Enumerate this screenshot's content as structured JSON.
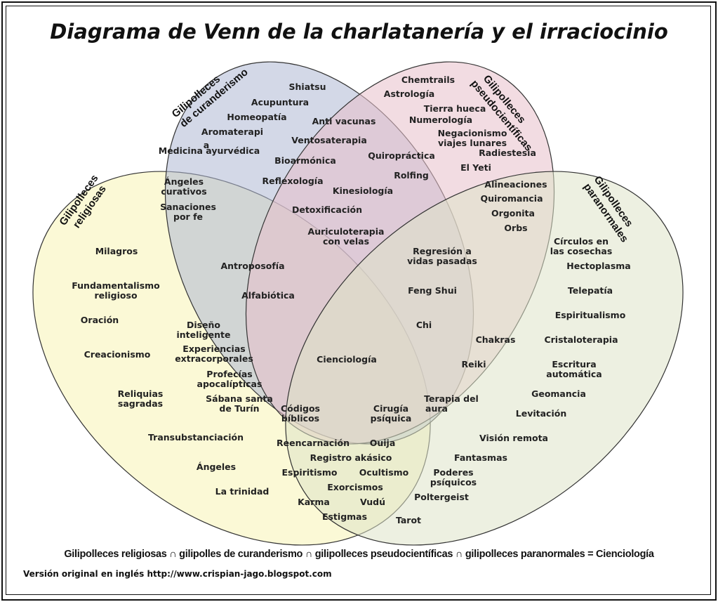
{
  "title": "Diagrama de Venn de la charlatanería y el irraciocinio",
  "sets": {
    "religiosos": {
      "name": [
        "Gilipolleces",
        "religiosas"
      ],
      "color": "#f8f4b4"
    },
    "curanderismo": {
      "name": [
        "Gilipolleces",
        "de curanderismo"
      ],
      "color": "#aeb8d4"
    },
    "pseudocientificas": {
      "name": [
        "Gilipolleces",
        "pseudocientíficas"
      ],
      "color": "#e8c0cb"
    },
    "paranormales": {
      "name": [
        "Gilipolleces",
        "paranormales"
      ],
      "color": "#dfe3c8"
    }
  },
  "items": [
    "Shiatsu",
    "Acupuntura",
    "Homeopatía",
    "Aromaterapi",
    "a",
    "Medicina ayurvédica",
    "Chemtrails",
    "Astrología",
    "Tierra hueca",
    "Numerología",
    "Negacionismo",
    "viajes lunares",
    "Radiestesia",
    "El Yeti",
    "Anti vacunas",
    "Ventosaterapia",
    "Bioarmónica",
    "Quiropráctica",
    "Rolfing",
    "Reflexología",
    "Kinesiología",
    "Detoxificación",
    "Auriculoterapia",
    "con velas",
    "Ángeles",
    "curativos",
    "Sanaciones",
    "por fe",
    "Alineaciones",
    "Quiromancia",
    "Orgonita",
    "Orbs",
    "Milagros",
    "Fundamentalismo",
    "religioso",
    "Oración",
    "Creacionismo",
    "Reliquias",
    "sagradas",
    "Transubstanciación",
    "Ángeles",
    "La trinidad",
    "Antroposofía",
    "Alfabiótica",
    "Regresión a",
    "vidas pasadas",
    "Feng Shui",
    "Chi",
    "Círculos en",
    "las cosechas",
    "Hectoplasma",
    "Telepatía",
    "Espiritualismo",
    "Cristaloterapia",
    "Escritura",
    "automática",
    "Geomancia",
    "Levitación",
    "Visión remota",
    "Fantasmas",
    "Poderes",
    "psíquicos",
    "Poltergeist",
    "Tarot",
    "Chakras",
    "Reiki",
    "Terapia del",
    "aura",
    "Diseño",
    "inteligente",
    "Experiencias",
    "extracorporales",
    "Profecías",
    "apocalípticas",
    "Sábana santa",
    "de Turín",
    "Cienciología",
    "Códigos",
    "bíblicos",
    "Cirugía",
    "psíquica",
    "Reencarnación",
    "Ouija",
    "Registro akásico",
    "Espiritismo",
    "Ocultismo",
    "Exorcismos",
    "Karma",
    "Vudú",
    "Estigmas"
  ],
  "formula": "Gilipolleces religiosas ∩ gilipolles de curanderismo ∩ gilipolleces pseudocientíficas ∩ gilipolleces paranormales = Cienciología",
  "credit": "Versión original en inglés http://www.crispian-jago.blogspot.com"
}
